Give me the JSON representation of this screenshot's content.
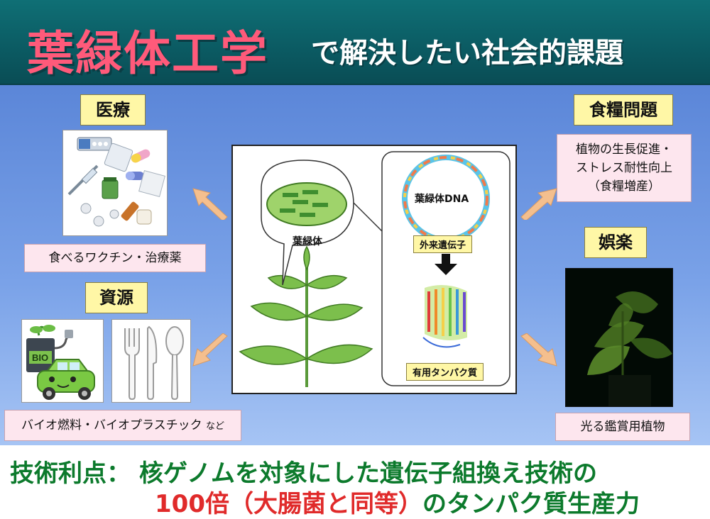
{
  "header": {
    "title_main": "葉緑体工学",
    "title_sub": "で解決したい社会的課題",
    "bg_color": "#0b5a62",
    "title_color": "#ff5a7a"
  },
  "categories": {
    "medical": {
      "label": "医療",
      "caption": "食べるワクチン・治療薬"
    },
    "resource": {
      "label": "資源",
      "caption_main": "バイオ燃料・バイオプラスチック",
      "caption_suffix": "など",
      "badge": "BIO"
    },
    "food": {
      "label": "食糧問題",
      "caption": [
        "植物の生長促進・",
        "ストレス耐性向上",
        "（食糧増産）"
      ]
    },
    "entertainment": {
      "label": "娯楽",
      "caption": "光る鑑賞用植物"
    }
  },
  "center": {
    "chloroplast_label": "葉緑体",
    "dna_label": "葉緑体DNA",
    "gene_tag": "外来遺伝子",
    "protein_tag": "有用タンパク質"
  },
  "footer": {
    "line1_lead": "技術利点：",
    "line1_text": "核ゲノムを対象にした遺伝子組換え技術の",
    "line2_highlight": "100倍（大腸菌と同等）",
    "line2_text": "のタンパク質生産力",
    "green": "#0c7a2c",
    "red": "#e02a2a"
  }
}
